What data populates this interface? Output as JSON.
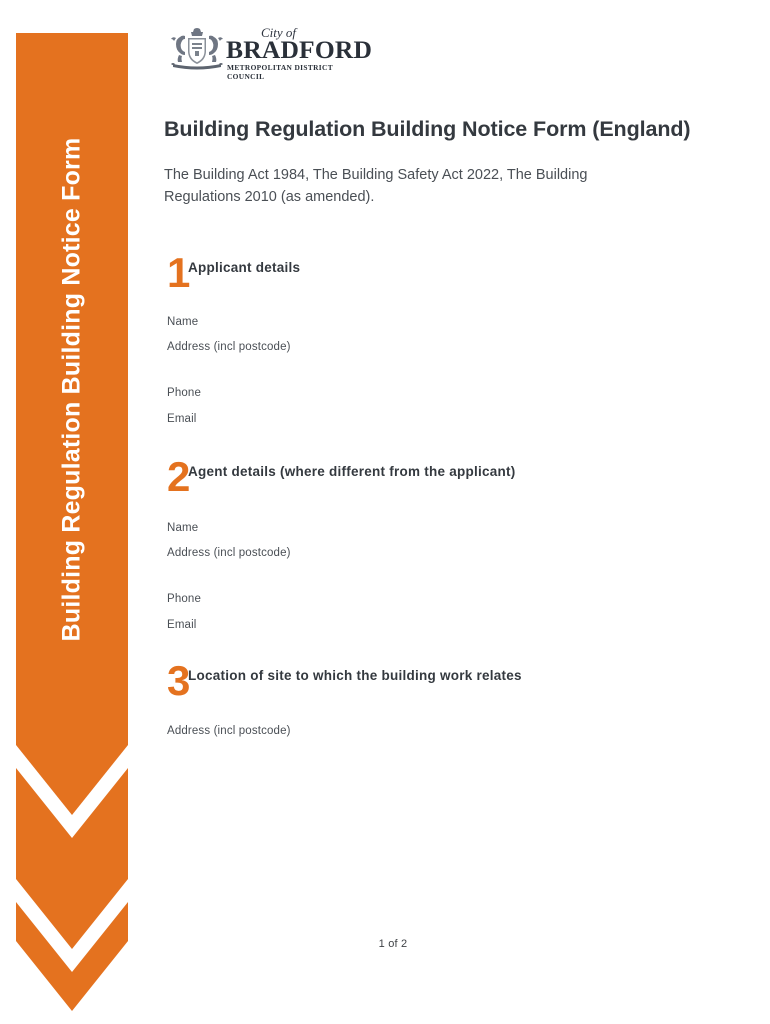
{
  "banner": {
    "vertical_label": "Building Regulation Building Notice Form",
    "color": "#e4721f"
  },
  "logo": {
    "crest_icon": "bradford-coat-of-arms",
    "line_city": "City of",
    "line_name": "BRADFORD",
    "line_council": "METROPOLITAN DISTRICT COUNCIL"
  },
  "header": {
    "title": "Building Regulation Building Notice Form (England)",
    "subtitle": "The Building Act 1984, The Building Safety Act 2022, The Building Regulations 2010 (as amended)."
  },
  "sections": [
    {
      "number": "1",
      "title": "Applicant  details",
      "fields": [
        "Name",
        "Address (incl postcode)",
        "Phone",
        "Email"
      ]
    },
    {
      "number": "2",
      "title": "Agent  details  (where different from the applicant)",
      "fields": [
        "Name",
        "Address (incl postcode)",
        "Phone",
        "Email"
      ]
    },
    {
      "number": "3",
      "title": "Location of site to which the building work relates",
      "fields": [
        "Address (incl postcode)"
      ]
    }
  ],
  "footer": {
    "page_indicator": "1 of 2"
  },
  "colors": {
    "accent_orange": "#e4721f",
    "text_dark": "#34393f",
    "text_body": "#4a4f55"
  }
}
